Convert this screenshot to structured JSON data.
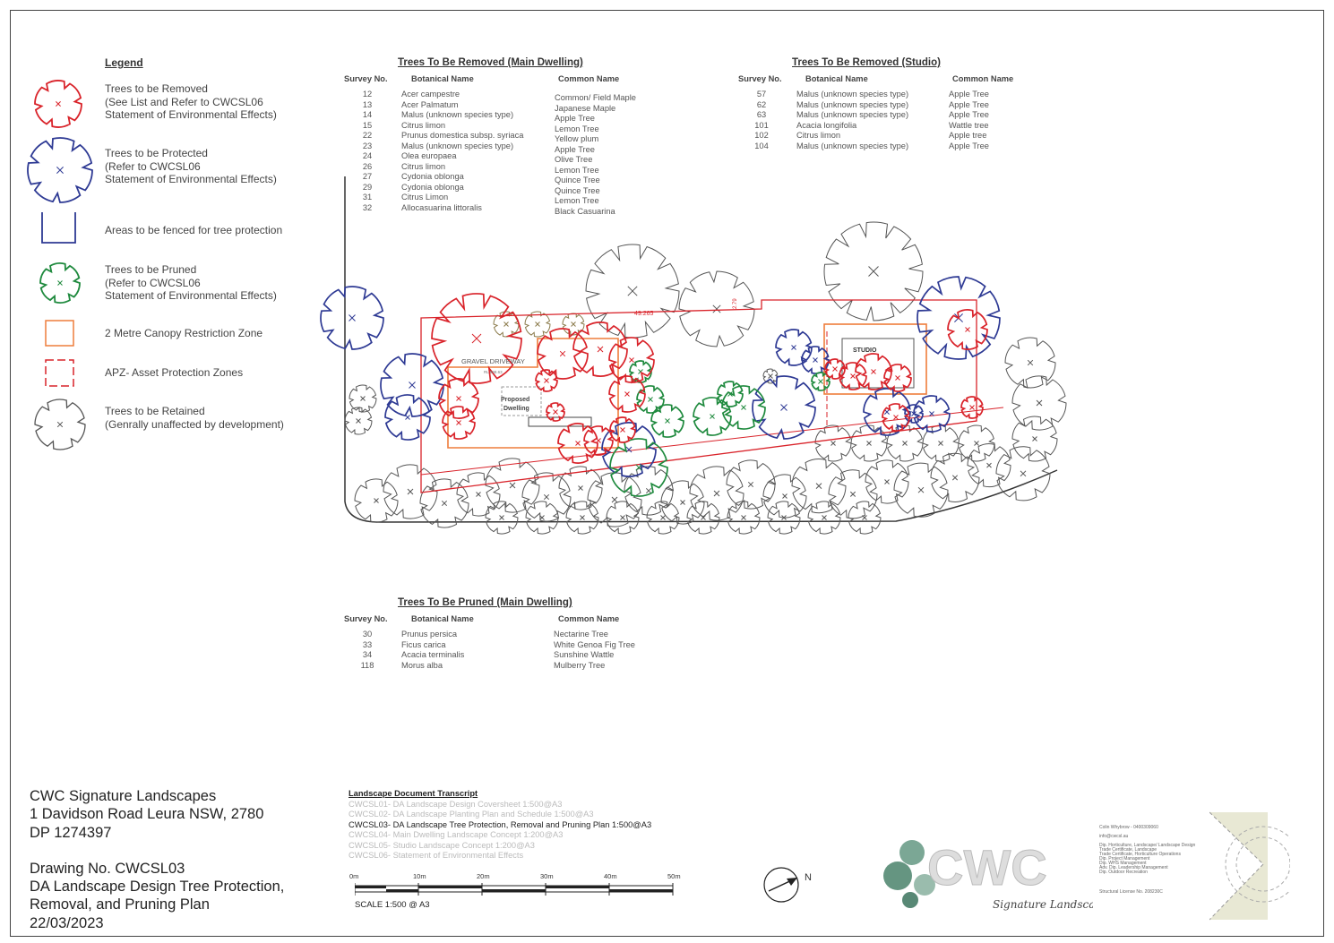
{
  "legend": {
    "title": "Legend",
    "items": [
      {
        "lines": [
          "Trees to be Removed",
          "(See List and Refer to CWCSL06",
          "Statement of Environmental Effects)"
        ]
      },
      {
        "lines": [
          "Trees to be Protected",
          "(Refer to CWCSL06",
          "Statement of Environmental Effects)"
        ]
      },
      {
        "lines": [
          "Areas to be fenced for tree protection"
        ]
      },
      {
        "lines": [
          "Trees to be Pruned",
          "(Refer to CWCSL06",
          "Statement of Environmental Effects)"
        ]
      },
      {
        "lines": [
          "2 Metre Canopy Restriction Zone"
        ]
      },
      {
        "lines": [
          "APZ- Asset Protection Zones"
        ]
      },
      {
        "lines": [
          "Trees to be Retained",
          "(Genrally unaffected by development)"
        ]
      }
    ]
  },
  "colors": {
    "removed": "#d9232a",
    "protected": "#2e3a94",
    "pruned": "#1f8a3e",
    "canopy_zone": "#ee7d3b",
    "apz": "#d9232a",
    "retained": "#666666"
  },
  "tables": {
    "removed_main": {
      "title": "Trees To Be Removed (Main Dwelling)",
      "headers": [
        "Survey No.",
        "Botanical Name",
        "Common Name"
      ],
      "survey": [
        "12",
        "13",
        "14",
        "15",
        "22",
        "23",
        "24",
        "26",
        "27",
        "29",
        "31",
        "32"
      ],
      "botanical": [
        "Acer campestre",
        "Acer Palmatum",
        "Malus (unknown species type)",
        "Citrus limon",
        "Prunus domestica subsp. syriaca",
        "Malus (unknown species type)",
        "Olea europaea",
        "Citrus limon",
        "Cydonia oblonga",
        "Cydonia oblonga",
        "Citrus Limon",
        "Allocasuarina littoralis"
      ],
      "common": [
        "Common/ Field Maple",
        "Japanese Maple",
        "Apple Tree",
        "Lemon Tree",
        "Yellow plum",
        "Apple Tree",
        "Olive Tree",
        "Lemon Tree",
        "Quince Tree",
        "Quince Tree",
        "Lemon Tree",
        "Black Casuarina"
      ]
    },
    "removed_studio": {
      "title": "Trees To Be Removed (Studio)",
      "headers": [
        "Survey No.",
        "Botanical Name",
        "Common Name"
      ],
      "survey": [
        "57",
        "62",
        "63",
        "101",
        "102",
        "104"
      ],
      "botanical": [
        "Malus (unknown species type)",
        "Malus (unknown species type)",
        "Malus (unknown species type)",
        "Acacia longifolia",
        "Citrus limon",
        "Malus (unknown species type)"
      ],
      "common": [
        "Apple Tree",
        "Apple Tree",
        "Apple Tree",
        "Wattle tree",
        "Apple tree",
        "Apple Tree"
      ]
    },
    "pruned_main": {
      "title": "Trees To Be Pruned (Main Dwelling)",
      "headers": [
        "Survey No.",
        "Botanical Name",
        "Common Name"
      ],
      "survey": [
        "30",
        "33",
        "34",
        "118"
      ],
      "botanical": [
        "Prunus persica",
        "Ficus carica",
        "Acacia terminalis",
        "Morus alba"
      ],
      "common": [
        "Nectarine Tree",
        "White Genoa Fig Tree",
        "Sunshine Wattle",
        "Mulberry Tree"
      ]
    }
  },
  "plan": {
    "driveway_label": "GRAVEL DRIVEWAY",
    "rl_label": "RL 998.63",
    "dwelling_label": [
      "Proposed",
      "Dwelling"
    ],
    "studio_label": "STUDIO",
    "boundary_dim": "49.265",
    "side_dim": "2.79",
    "north_label": "N"
  },
  "title_block": {
    "company": "CWC Signature Landscapes",
    "address": "1 Davidson Road Leura NSW, 2780",
    "dp": "DP 1274397",
    "drawing_no": "Drawing No. CWCSL03",
    "drawing_title_1": "DA Landscape Design Tree Protection,",
    "drawing_title_2": "Removal, and Pruning Plan",
    "date": "22/03/2023"
  },
  "transcript": {
    "title": "Landscape Document Transcript",
    "items": [
      {
        "text": "CWCSL01- DA Landscape Design Coversheet 1:500@A3",
        "current": false
      },
      {
        "text": "CWCSL02- DA Landscape Planting Plan and Schedule 1:500@A3",
        "current": false
      },
      {
        "text": "CWCSL03- DA Landscape Tree Protection, Removal and Pruning Plan 1:500@A3",
        "current": true
      },
      {
        "text": "CWCSL04- Main Dwelling Landscape Concept 1:200@A3",
        "current": false
      },
      {
        "text": "CWCSL05- Studio Landscape Concept 1:200@A3",
        "current": false
      },
      {
        "text": "CWCSL06- Statement of Environmental Effects",
        "current": false
      }
    ]
  },
  "scale_bar": {
    "ticks": [
      "0m",
      "10m",
      "20m",
      "30m",
      "40m",
      "50m"
    ],
    "label": "SCALE 1:500 @ A3"
  },
  "logo": {
    "text": "CWC",
    "tagline": "Signature Landscapes"
  },
  "contact": {
    "name_phone": "Colin Whybrow - 0400309060",
    "email": "info@cwcsl.au",
    "quals": [
      "Dip. Horticulture, Landscape/ Landscape Design",
      "Trade Certificate, Landscape",
      "Trade Certificate, Horticulture Operations",
      "Dip. Project Management",
      "Dip. WHS Management",
      "Adv. Dip. Leadership Management",
      "Dip. Outdoor Recreation"
    ],
    "license": "Structural License No. 208230C"
  }
}
